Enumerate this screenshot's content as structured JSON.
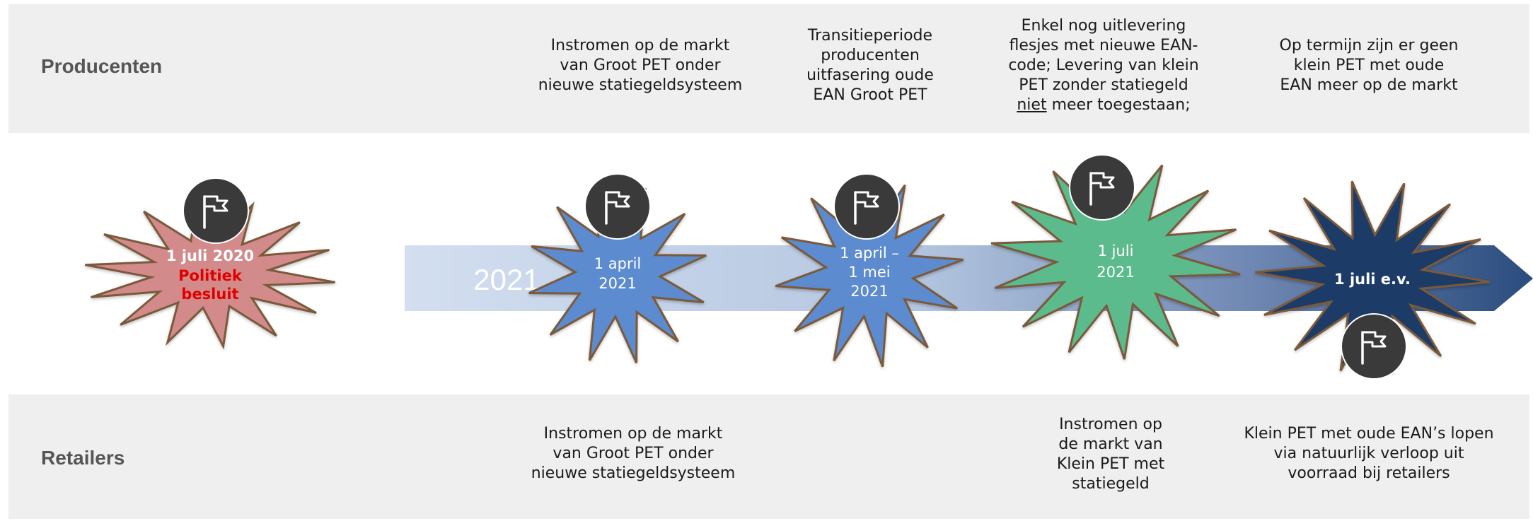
{
  "colors": {
    "band_background": "#efefef",
    "arrow_start": "#d3dff0",
    "arrow_end": "#2a4c7e",
    "star_politiek": "#d38a8a",
    "star_april": "#5b8bcf",
    "star_april_mei": "#5b8bcf",
    "star_juli": "#5bbb8c",
    "star_ev": "#1f3a66",
    "star_outline": "#7a5a3a",
    "flag_circle": "#3a3a3a",
    "red_text": "#e00000"
  },
  "rows": {
    "producenten": "Producenten",
    "retailers": "Retailers"
  },
  "timeline": {
    "year": "2021"
  },
  "milestones": [
    {
      "id": "politiek",
      "lines": [
        "1 juli 2020",
        "Politiek",
        "besluit"
      ],
      "icon": "flag-icon"
    },
    {
      "id": "april",
      "lines": [
        "1 april",
        "2021"
      ],
      "icon": "flag-icon"
    },
    {
      "id": "april-mei",
      "lines": [
        "1 april –",
        "1 mei",
        "2021"
      ],
      "icon": "flag-icon"
    },
    {
      "id": "juli",
      "lines": [
        "1 juli",
        "2021"
      ],
      "icon": "flag-icon"
    },
    {
      "id": "ev",
      "lines": [
        "1 juli e.v."
      ],
      "icon": "flag-icon"
    }
  ],
  "producenten_notes": {
    "april": "Instromen op de markt\nvan Groot PET onder\nnieuwe statiegeldsysteem",
    "transitie": "Transitieperiode\nproducenten\nuitfasering oude\nEAN Groot PET",
    "enkel_part1": "Enkel nog uitlevering\nflesjes met nieuwe EAN-\ncode; Levering van klein\nPET zonder statiegeld\n",
    "enkel_underline": "niet",
    "enkel_part2": " meer toegestaan;",
    "termijn": "Op termijn zijn er geen\nklein PET met oude\nEAN meer op de markt"
  },
  "retailers_notes": {
    "april": "Instromen op de markt\nvan Groot PET onder\nnieuwe statiegeldsysteem",
    "juli": "Instromen op\nde markt van\nKlein PET met\nstatiegeld",
    "ev": "Klein PET met oude EAN’s lopen\nvia natuurlijk verloop uit\nvoorraad bij retailers"
  }
}
